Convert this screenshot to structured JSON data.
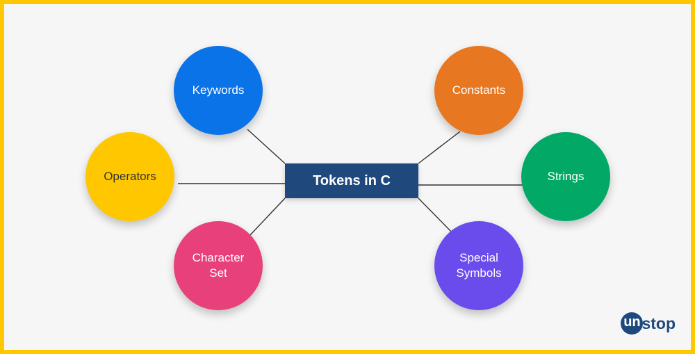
{
  "center": {
    "label": "Tokens in C",
    "color": "#1F497D"
  },
  "nodes": [
    {
      "key": "keywords",
      "label": "Keywords",
      "color": "#0B73E8"
    },
    {
      "key": "operators",
      "label": "Operators",
      "color": "#FFC700"
    },
    {
      "key": "character-set",
      "label": "Character Set",
      "color": "#E8407A"
    },
    {
      "key": "constants",
      "label": "Constants",
      "color": "#E87722"
    },
    {
      "key": "strings",
      "label": "Strings",
      "color": "#02A866"
    },
    {
      "key": "special-symbols",
      "label": "Special Symbols",
      "color": "#6A4BEC"
    }
  ],
  "logo": {
    "initial": "un",
    "rest": "stop"
  },
  "colors": {
    "border": "#FFC700",
    "background": "#F6F6F6",
    "connector": "#333333"
  }
}
